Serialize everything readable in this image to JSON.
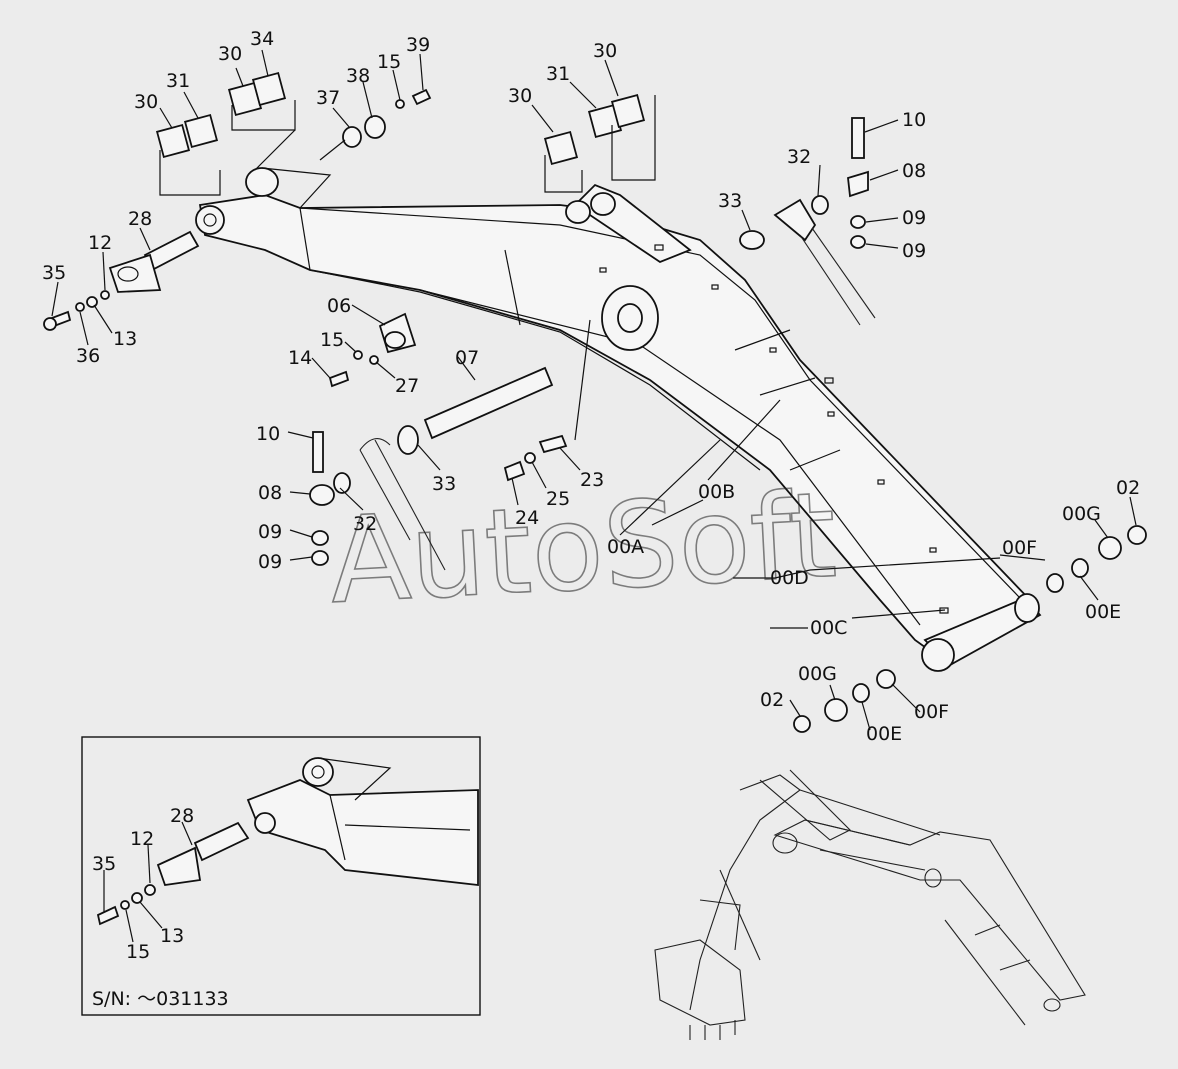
{
  "watermark": "AutoSoft",
  "inset": {
    "serial": "S/N: ～031133"
  },
  "callouts": [
    {
      "id": "c30a",
      "text": "30"
    },
    {
      "id": "c31a",
      "text": "31"
    },
    {
      "id": "c30b",
      "text": "30"
    },
    {
      "id": "c34",
      "text": "34"
    },
    {
      "id": "c37",
      "text": "37"
    },
    {
      "id": "c38",
      "text": "38"
    },
    {
      "id": "c15a",
      "text": "15"
    },
    {
      "id": "c39",
      "text": "39"
    },
    {
      "id": "c30c",
      "text": "30"
    },
    {
      "id": "c31b",
      "text": "31"
    },
    {
      "id": "c30d",
      "text": "30"
    },
    {
      "id": "c10a",
      "text": "10"
    },
    {
      "id": "c32a",
      "text": "32"
    },
    {
      "id": "c08a",
      "text": "08"
    },
    {
      "id": "c33a",
      "text": "33"
    },
    {
      "id": "c09a",
      "text": "09"
    },
    {
      "id": "c09b",
      "text": "09"
    },
    {
      "id": "c28",
      "text": "28"
    },
    {
      "id": "c12",
      "text": "12"
    },
    {
      "id": "c35",
      "text": "35"
    },
    {
      "id": "c13",
      "text": "13"
    },
    {
      "id": "c36",
      "text": "36"
    },
    {
      "id": "c06",
      "text": "06"
    },
    {
      "id": "c15b",
      "text": "15"
    },
    {
      "id": "c14",
      "text": "14"
    },
    {
      "id": "c27",
      "text": "27"
    },
    {
      "id": "c07",
      "text": "07"
    },
    {
      "id": "c10b",
      "text": "10"
    },
    {
      "id": "c08b",
      "text": "08"
    },
    {
      "id": "c09c",
      "text": "09"
    },
    {
      "id": "c09d",
      "text": "09"
    },
    {
      "id": "c32b",
      "text": "32"
    },
    {
      "id": "c33b",
      "text": "33"
    },
    {
      "id": "c24",
      "text": "24"
    },
    {
      "id": "c25",
      "text": "25"
    },
    {
      "id": "c23",
      "text": "23"
    },
    {
      "id": "c00A",
      "text": "00A"
    },
    {
      "id": "c00B",
      "text": "00B"
    },
    {
      "id": "c00D",
      "text": "00D"
    },
    {
      "id": "c00C",
      "text": "00C"
    },
    {
      "id": "c00Fa",
      "text": "00F"
    },
    {
      "id": "c00Ga",
      "text": "00G"
    },
    {
      "id": "c02a",
      "text": "02"
    },
    {
      "id": "c00Ea",
      "text": "00E"
    },
    {
      "id": "c00Gb",
      "text": "00G"
    },
    {
      "id": "c02b",
      "text": "02"
    },
    {
      "id": "c00Eb",
      "text": "00E"
    },
    {
      "id": "c00Fb",
      "text": "00F"
    },
    {
      "id": "i28",
      "text": "28"
    },
    {
      "id": "i12",
      "text": "12"
    },
    {
      "id": "i35",
      "text": "35"
    },
    {
      "id": "i15",
      "text": "15"
    },
    {
      "id": "i13",
      "text": "13"
    }
  ]
}
